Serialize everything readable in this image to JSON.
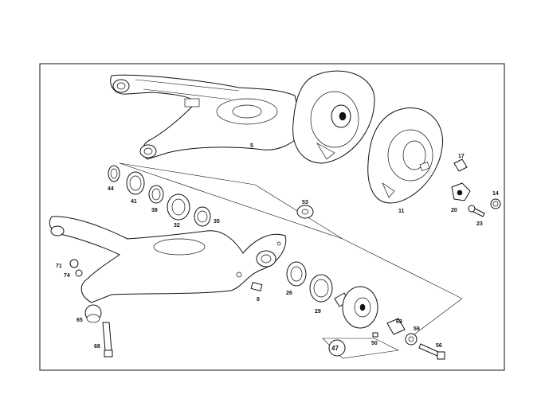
{
  "labels": {
    "p5": "5",
    "p11": "11",
    "p14": "14",
    "p17": "17",
    "p20": "20",
    "p23": "23",
    "p44": "44",
    "p41": "41",
    "p38": "38",
    "p32": "32",
    "p35": "35",
    "p53": "53",
    "p71": "71",
    "p74": "74",
    "p8": "8",
    "p26": "26",
    "p29": "29",
    "p63": "63",
    "p59": "59",
    "p50": "50",
    "p47": "47",
    "p56": "56",
    "p65": "65",
    "p68": "68"
  }
}
